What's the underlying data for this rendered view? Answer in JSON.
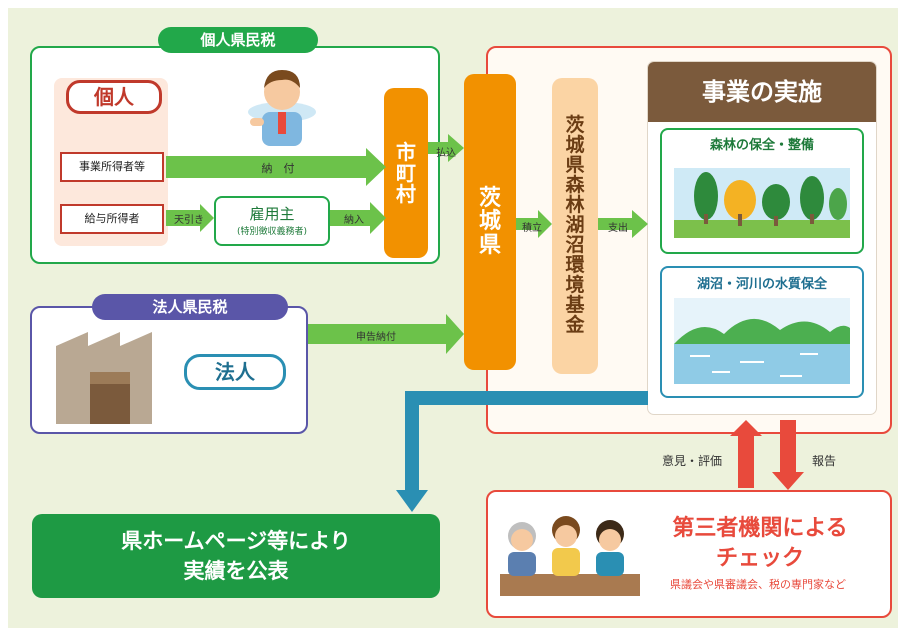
{
  "individual_tax": {
    "header": "個人県民税",
    "individual_label": "個人",
    "business_income": "事業所得者等",
    "salary_income": "給与所得者",
    "deduction": "天引き",
    "employer": "雇用主",
    "employer_sub": "(特別徴収義務者)",
    "payment": "納　付",
    "remit": "納入"
  },
  "municipality": {
    "chars": [
      "市",
      "町",
      "村"
    ],
    "transfer": "払込"
  },
  "prefecture": {
    "chars": [
      "茨",
      "城",
      "県"
    ]
  },
  "fund": {
    "chars": [
      "茨",
      "城",
      "県",
      "森",
      "林",
      "湖",
      "沼",
      "環",
      "境",
      "基",
      "金"
    ],
    "deposit": "積立",
    "expense": "支出"
  },
  "corporate_tax": {
    "header": "法人県民税",
    "corporate_label": "法人",
    "filing": "申告納付"
  },
  "projects": {
    "header": "事業の実施",
    "forest": "森林の保全・整備",
    "water": "湖沼・河川の水質保全"
  },
  "publish": {
    "line1": "県ホームページ等により",
    "line2": "実績を公表"
  },
  "third_party": {
    "title_line1": "第三者機関による",
    "title_line2": "チェック",
    "sub": "県議会や県審議会、税の専門家など",
    "opinion": "意見・評価",
    "report": "報告"
  },
  "colors": {
    "green": "#22a84a",
    "orange": "#f29100",
    "red": "#e84a3c",
    "teal": "#2a8fb3",
    "purple": "#5a56a8",
    "brown": "#7b5a3c"
  }
}
